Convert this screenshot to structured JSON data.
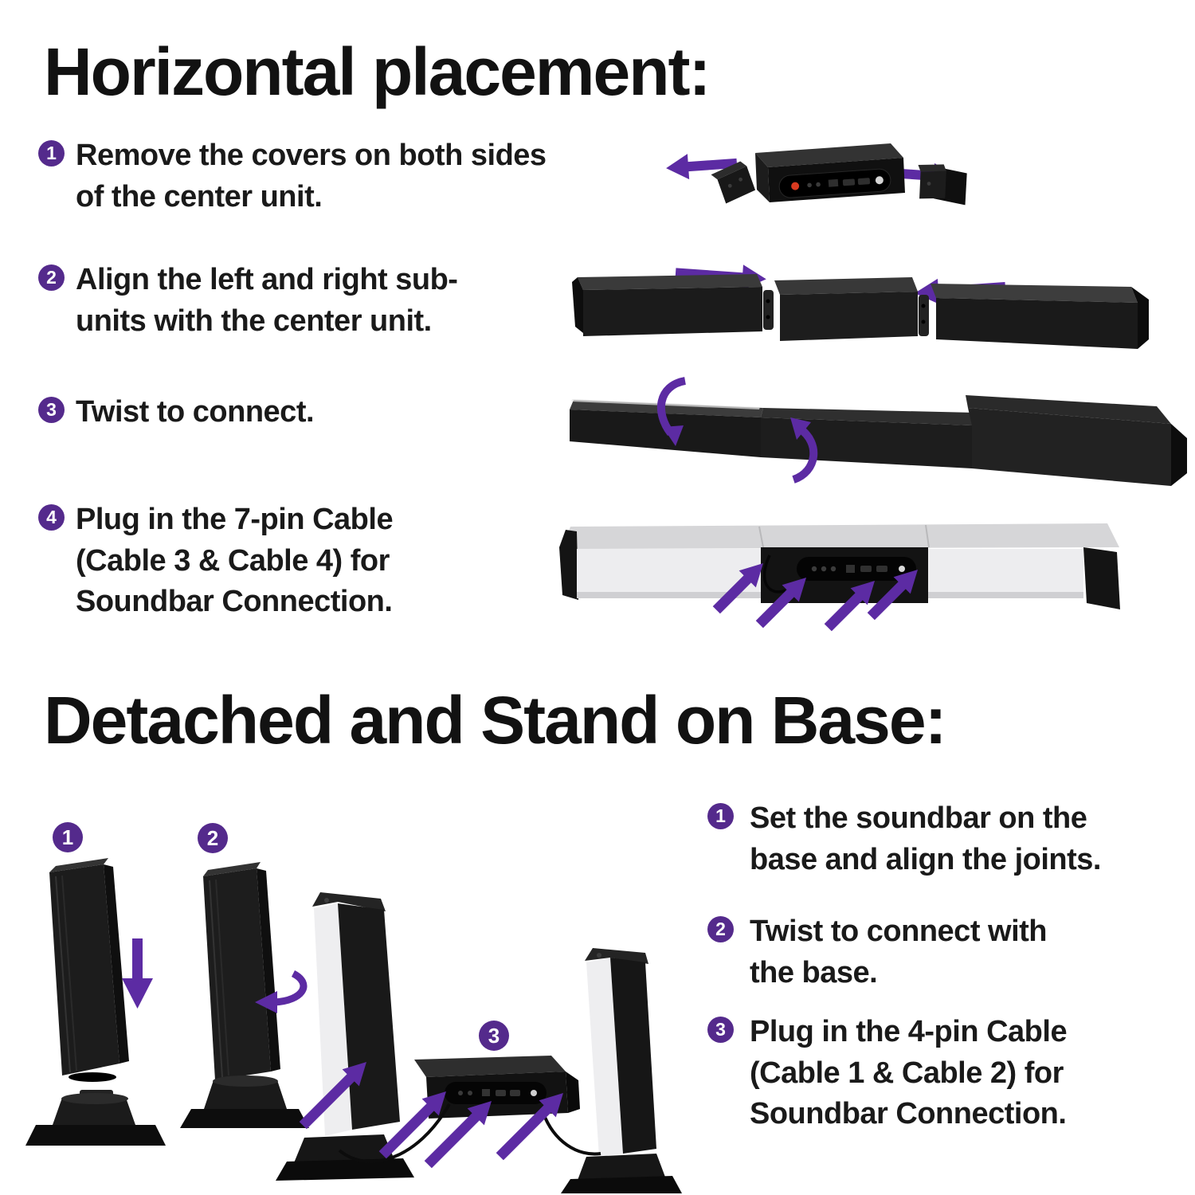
{
  "colors": {
    "background": "#ffffff",
    "accent_purple": "#542a8c",
    "arrow_purple": "#5c2ba3",
    "product_dark": "#141414",
    "tube_white": "#ededef",
    "text": "#1a1a1a"
  },
  "sections": [
    {
      "title": "Horizontal placement:",
      "steps": [
        {
          "num": "1",
          "text": "Remove the covers on both sides\nof the center unit."
        },
        {
          "num": "2",
          "text": "Align the left and right sub-\nunits with the center unit."
        },
        {
          "num": "3",
          "text": "Twist to connect."
        },
        {
          "num": "4",
          "text": "Plug in the 7-pin Cable\n(Cable 3 & Cable 4) for\nSoundbar Connection."
        }
      ],
      "figures": [
        {
          "icon": "remove-covers-figure"
        },
        {
          "icon": "align-units-figure"
        },
        {
          "icon": "twist-connect-figure"
        },
        {
          "icon": "plug-cable-figure"
        }
      ]
    },
    {
      "title": "Detached and Stand on Base:",
      "steps": [
        {
          "num": "1",
          "text": "Set the soundbar on the\nbase and align the joints."
        },
        {
          "num": "2",
          "text": "Twist to connect with\nthe base."
        },
        {
          "num": "3",
          "text": "Plug in the 4-pin Cable\n(Cable 1 & Cable 2) for\nSoundbar Connection."
        }
      ],
      "figure_badges": [
        "1",
        "2",
        "3"
      ],
      "figures": [
        {
          "icon": "stand-on-base-figure"
        }
      ]
    }
  ]
}
